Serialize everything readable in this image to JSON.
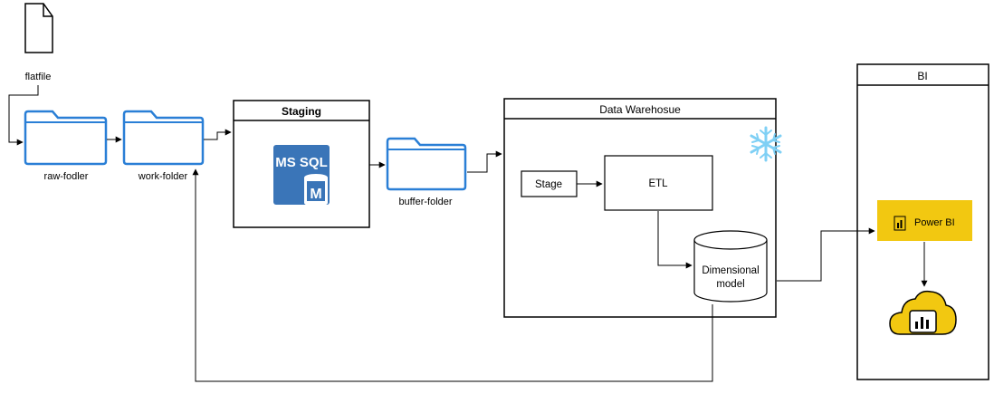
{
  "diagram": {
    "flatfile": {
      "label": "flatfile"
    },
    "raw_folder": {
      "label": "raw-fodler"
    },
    "work_folder": {
      "label": "work-folder"
    },
    "staging": {
      "title": "Staging",
      "mssql_top": "MS SQL",
      "mssql_letter": "M"
    },
    "buffer_folder": {
      "label": "buffer-folder"
    },
    "data_warehouse": {
      "title": "Data Warehosue",
      "stage_label": "Stage",
      "etl_label": "ETL",
      "dimensional_model_line1": "Dimensional",
      "dimensional_model_line2": "model"
    },
    "bi": {
      "title": "BI",
      "powerbi_label": "Power BI"
    }
  },
  "colors": {
    "folder_stroke": "#2a7fd6",
    "folder_fill": "#ffffff",
    "mssql_blue": "#3a75b8",
    "snowflake": "#7fd0f5",
    "powerbi_yellow": "#f2c811",
    "cloud_yellow": "#f2c811"
  },
  "icons": {
    "flatfile": "document-icon",
    "folders": "folder-icon",
    "mssql": "database-icon",
    "snowflake": "snowflake-icon",
    "powerbi": "powerbi-icon",
    "cloud": "cloud-service-icon"
  }
}
